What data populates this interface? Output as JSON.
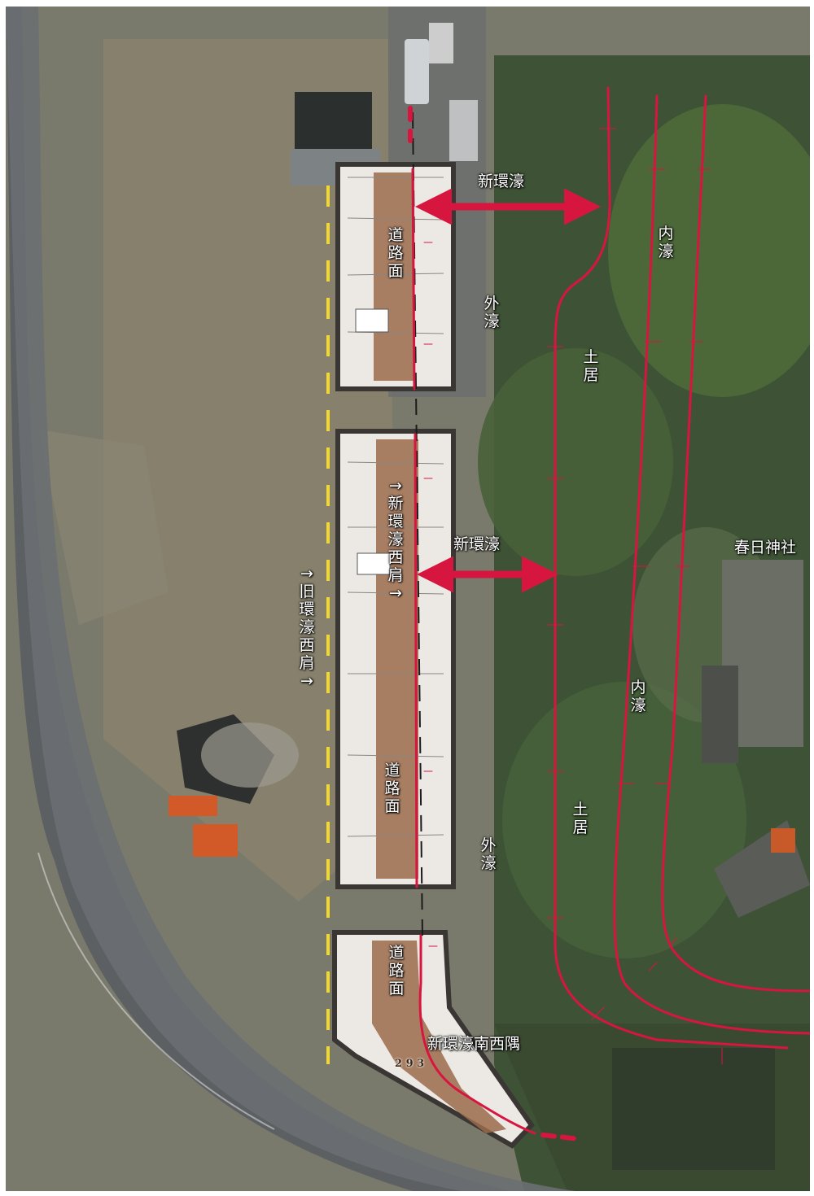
{
  "labels": {
    "shin_kango_top": "新環濠",
    "shin_kango_mid": "新環濠",
    "sotobori_1": "外濠",
    "sotobori_2": "外濠",
    "dorui_1": "土居",
    "dorui_2": "土居",
    "uchibori_1": "内濠",
    "uchibori_2": "内濠",
    "road_1": "道路面",
    "road_2": "道路面",
    "road_3": "道路面",
    "shin_west": "→新環濠西肩→",
    "kyu_west": "→旧環濠西肩→",
    "kasuga": "春日神社",
    "southwest": "新環濠南西隅",
    "point_number": "2 9 3"
  },
  "colors": {
    "moat_line": "#d6163f",
    "old_moat_line": "#f2d72f",
    "trench_fill": "#ece9e4",
    "road_surface": "#9c6b4c",
    "trench_frame": "#3a3634"
  }
}
